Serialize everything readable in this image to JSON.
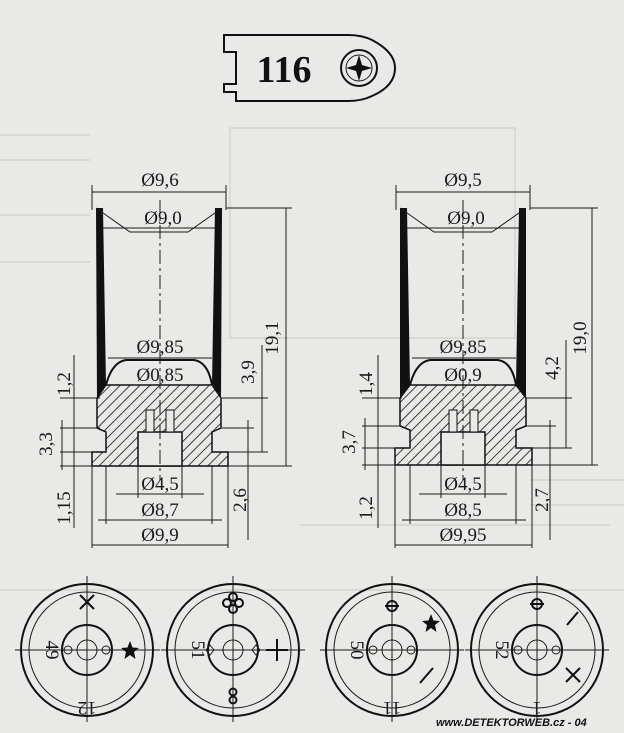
{
  "header": {
    "number": "116"
  },
  "left_case": {
    "dims": {
      "top_outer": "Ø9,6",
      "mouth": "Ø9,0",
      "upper_inner": "Ø9,85",
      "flash_hole": "Ø0,85",
      "h_1_2": "1,2",
      "h_3_3": "3,3",
      "h_1_15": "1,15",
      "h_3_9": "3,9",
      "h_19_1": "19,1",
      "h_2_6": "2,6",
      "primer": "Ø4,5",
      "groove": "Ø8,7",
      "rim": "Ø9,9"
    }
  },
  "right_case": {
    "dims": {
      "top_outer": "Ø9,5",
      "mouth": "Ø9,0",
      "upper_inner": "Ø9,85",
      "flash_hole": "Ø0,9",
      "h_1_4": "1,4",
      "h_3_7": "3,7",
      "h_1_2": "1,2",
      "h_4_2": "4,2",
      "h_19_0": "19,0",
      "h_2_7": "2,7",
      "primer": "Ø4,5",
      "groove": "Ø8,5",
      "rim": "Ø9,95"
    }
  },
  "headstamps": [
    {
      "left": "49",
      "bottom": "12"
    },
    {
      "left": "51"
    },
    {
      "left": "50",
      "bottom": "11"
    },
    {
      "left": "52",
      "bottom": "1"
    }
  ],
  "footer": {
    "credit": "www.DETEKTORWEB.cz - 04"
  }
}
